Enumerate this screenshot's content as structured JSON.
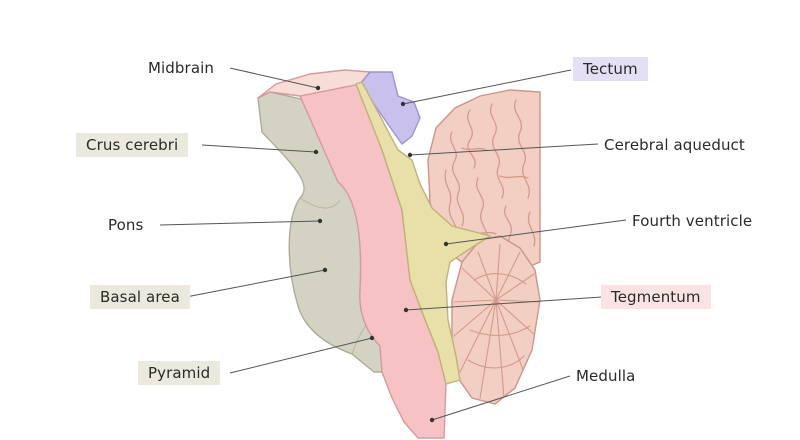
{
  "diagram": {
    "labels": {
      "midbrain": "Midbrain",
      "crus_cerebri": "Crus cerebri",
      "pons": "Pons",
      "basal_area": "Basal area",
      "pyramid": "Pyramid",
      "tectum": "Tectum",
      "cerebral_aqueduct": "Cerebral aqueduct",
      "fourth_ventricle": "Fourth ventricle",
      "tegmentum": "Tegmentum",
      "medulla": "Medulla"
    },
    "colors": {
      "basal_area": "#d4d3c3",
      "tegmentum": "#f6c2c4",
      "tectum": "#c9c0ee",
      "ventricle_fluid": "#e8e0a8",
      "cerebellum": "#f2cfc2",
      "label_highlight_beige": "#ebe8dd",
      "label_highlight_purple": "#e4dff4",
      "label_highlight_pink": "#fbe3e3"
    }
  }
}
